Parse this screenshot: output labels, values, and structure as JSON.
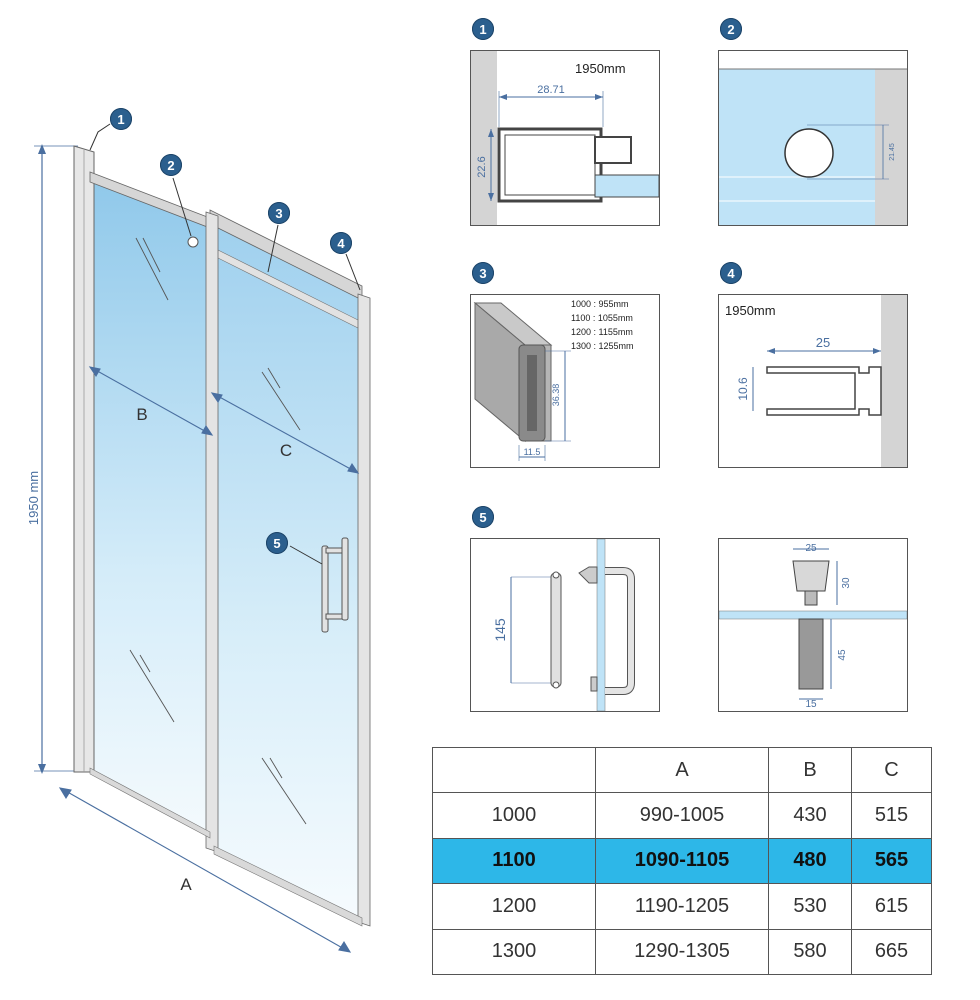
{
  "badges": [
    "1",
    "2",
    "3",
    "4",
    "5"
  ],
  "main": {
    "height_label": "1950 mm",
    "label_a": "A",
    "label_b": "B",
    "label_c": "C"
  },
  "detail1": {
    "height_note": "1950mm",
    "width": "28.71",
    "height": "22.6"
  },
  "detail2": {
    "size": "21.45"
  },
  "detail3": {
    "rows": [
      "1000 : 955mm",
      "1100 : 1055mm",
      "1200 : 1155mm",
      "1300 : 1255mm"
    ],
    "height": "36.38",
    "width": "11.5"
  },
  "detail4": {
    "height_note": "1950mm",
    "width": "25",
    "height": "10.6"
  },
  "detail5": {
    "handle": "145"
  },
  "detail6": {
    "top_width": "25",
    "top_height": "30",
    "bottom_height": "45",
    "bottom_width": "15"
  },
  "table": {
    "headers": [
      "",
      "A",
      "B",
      "C"
    ],
    "rows": [
      [
        "1000",
        "990-1005",
        "430",
        "515"
      ],
      [
        "1100",
        "1090-1105",
        "480",
        "565"
      ],
      [
        "1200",
        "1190-1205",
        "530",
        "615"
      ],
      [
        "1300",
        "1290-1305",
        "580",
        "665"
      ]
    ],
    "highlight_row": 1,
    "highlight_color": "#2db7e8"
  },
  "colors": {
    "accent": "#2b5f8e",
    "glass": "#bfe3f7",
    "frame": "#888888"
  }
}
